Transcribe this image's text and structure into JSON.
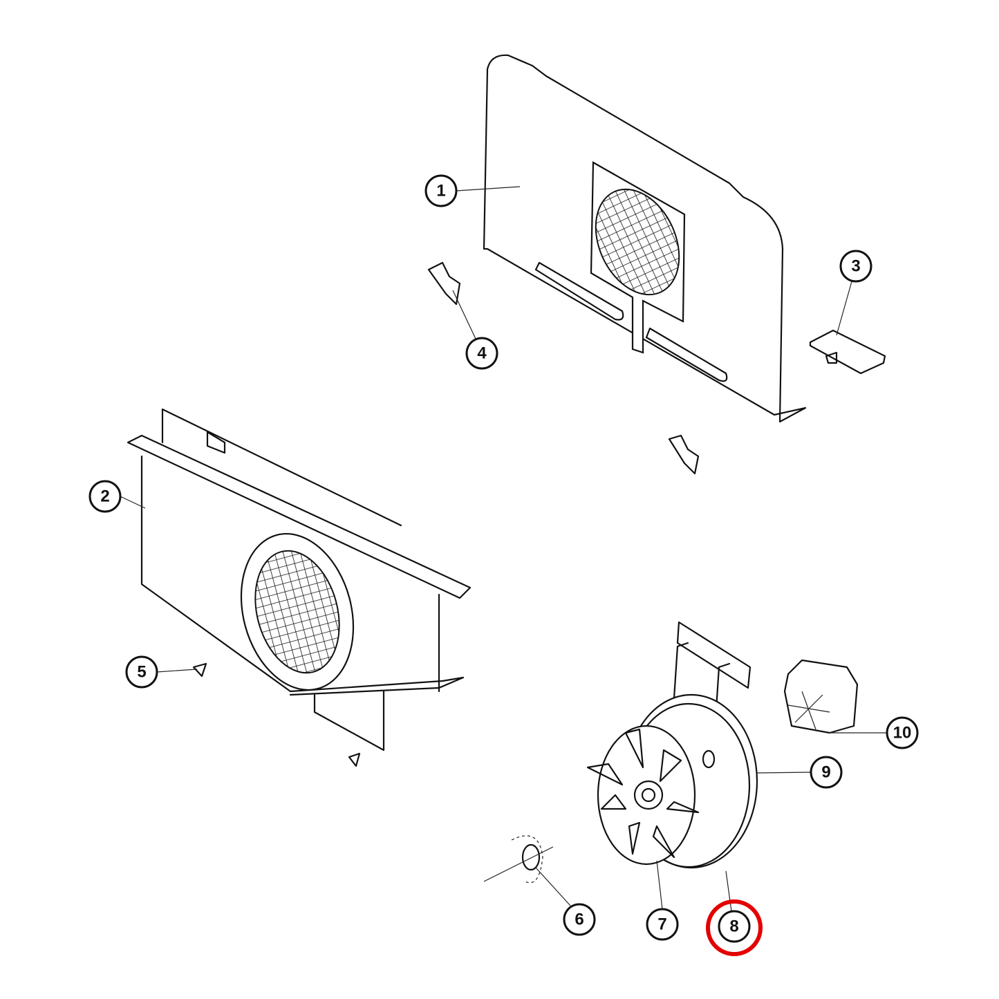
{
  "diagram": {
    "title": "Convection fan assembly exploded parts view",
    "callouts": [
      "1",
      "2",
      "3",
      "4",
      "5",
      "6",
      "7",
      "8",
      "9",
      "10"
    ],
    "highlighted_callout": "8",
    "highlight_color": "#e30000"
  }
}
